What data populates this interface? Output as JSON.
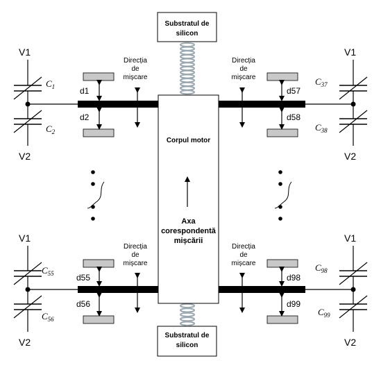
{
  "substrate_top": [
    "Substratul de",
    "silicon"
  ],
  "substrate_bottom": [
    "Substratul de",
    "silicon"
  ],
  "motor_body": "Corpul motor",
  "axis_label": [
    "Axa",
    "corespondentă",
    "mișcării"
  ],
  "motion_dir": [
    "Direcția",
    "de",
    "mișcare"
  ],
  "voltages": {
    "v1": "V1",
    "v2": "V2"
  },
  "caps": {
    "c1": "C",
    "c1_sub": "1",
    "c2": "C",
    "c2_sub": "2",
    "c37": "C",
    "c37_sub": "37",
    "c38": "C",
    "c38_sub": "38",
    "c55": "C",
    "c55_sub": "55",
    "c56": "C",
    "c56_sub": "56",
    "c98": "C",
    "c98_sub": "98",
    "c99": "C",
    "c99_sub": "99"
  },
  "gaps": {
    "d1": "d1",
    "d2": "d2",
    "d57": "d57",
    "d58": "d58",
    "d55": "d55",
    "d56": "d56",
    "d98": "d98",
    "d99": "d99"
  },
  "colors": {
    "electrode": "#c8c8c8",
    "arm": "#000000",
    "spring": "#9aa8b0",
    "line": "#000000"
  }
}
